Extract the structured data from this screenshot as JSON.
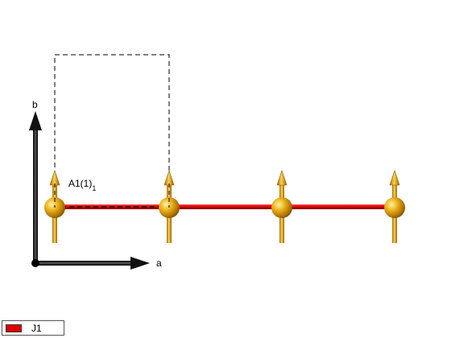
{
  "axes": {
    "a_label": "a",
    "b_label": "b"
  },
  "atom_label": {
    "main": "A1(1)",
    "sub": "1"
  },
  "legend": {
    "label": "J1",
    "color": "#e00000"
  },
  "colors": {
    "atom": "#e0a000",
    "bond": "#e00000",
    "cell": "#000000"
  }
}
